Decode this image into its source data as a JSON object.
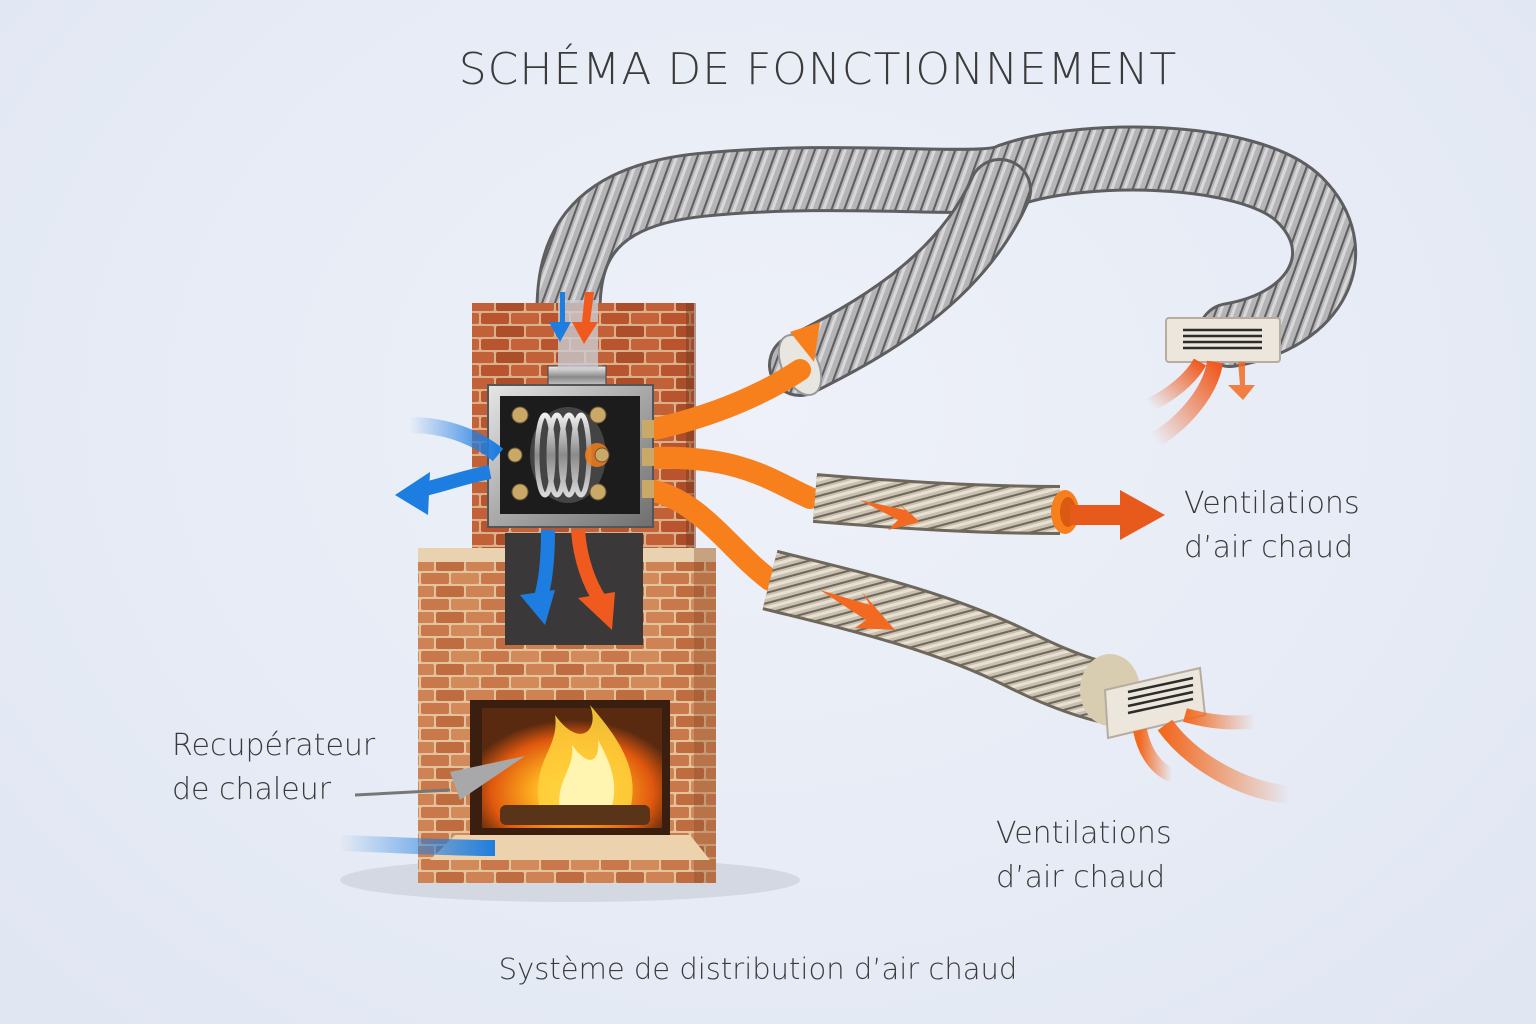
{
  "diagram": {
    "title": "SCHÉMA DE FONCTIONNEMENT",
    "caption": "Système de distribution d’air chaud",
    "labels": {
      "vent_upper": {
        "line1": "Ventilations",
        "line2": "d’air chaud"
      },
      "vent_lower": {
        "line1": "Ventilations",
        "line2": "d’air chaud"
      },
      "heat_recovery": {
        "line1": "Recupérateur",
        "line2": "de chaleur"
      }
    },
    "components": [
      {
        "id": "fireplace",
        "name": "brick fireplace with fire"
      },
      {
        "id": "chimney",
        "name": "brick chimney"
      },
      {
        "id": "heat-exchanger",
        "name": "heat recovery box with coil"
      },
      {
        "id": "duct-top",
        "name": "flexible aluminum duct to upper vent"
      },
      {
        "id": "duct-middle",
        "name": "insulated duct to middle outlet"
      },
      {
        "id": "duct-lower",
        "name": "insulated duct to lower vent"
      },
      {
        "id": "vent-upper",
        "name": "wall air vent grille"
      },
      {
        "id": "vent-lower",
        "name": "wall air vent grille"
      }
    ],
    "flows": [
      {
        "id": "cold-air-in-left",
        "type": "cold",
        "direction": "into exchanger"
      },
      {
        "id": "cold-air-out-left",
        "type": "cold",
        "direction": "out left"
      },
      {
        "id": "cold-air-floor",
        "type": "cold",
        "direction": "into fireplace base"
      },
      {
        "id": "hot-air-outputs",
        "type": "hot",
        "direction": "to ducts and vents"
      }
    ],
    "colors": {
      "background": "#e6ebf5",
      "cold_air": "#1e7de0",
      "hot_air": "#f05a1e",
      "hot_pipe": "#f7801c",
      "brick": "#b85a35",
      "mortar": "#d9b08a",
      "duct": "#a9a9ab",
      "vent": "#ece6dc",
      "text": "#3a3a3a"
    }
  }
}
